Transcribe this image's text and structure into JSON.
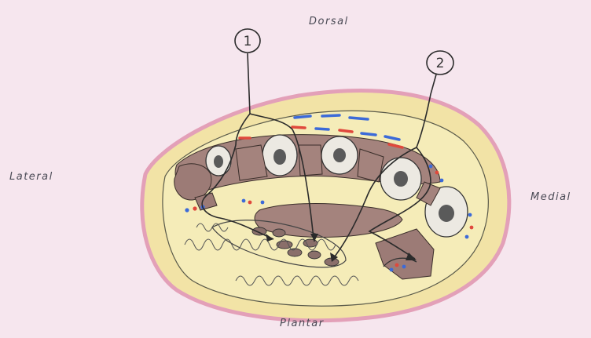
{
  "orientation": {
    "dorsal": "Dorsal",
    "lateral": "Lateral",
    "medial": "Medial",
    "plantar": "Plantar"
  },
  "callouts": [
    {
      "id": 1,
      "label": "1"
    },
    {
      "id": 2,
      "label": "2"
    }
  ],
  "colors": {
    "paper": "#f6e6ee",
    "skin_outline": "#e3a0b8",
    "fat": "#f4ecb0",
    "muscle": "#9c7b76",
    "bone": "#e8e6e0",
    "marrow": "#5a5a5a",
    "artery": "#e0483c",
    "vein": "#3c6ad8",
    "pencil": "#2b2b2b"
  }
}
